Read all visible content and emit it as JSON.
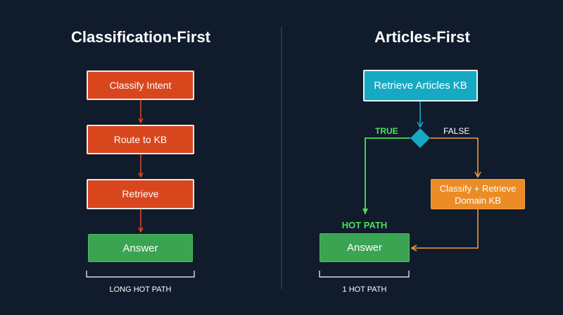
{
  "left_panel": {
    "title": "Classification-First",
    "steps": {
      "classify": "Classify Intent",
      "route": "Route to KB",
      "retrieve": "Retrieve",
      "answer": "Answer"
    },
    "caption": "LONG HOT PATH"
  },
  "right_panel": {
    "title": "Articles-First",
    "steps": {
      "retrieve_articles": "Retrieve Articles KB",
      "classify_retrieve": "Classify + Retrieve Domain KB",
      "answer": "Answer"
    },
    "branch_true": "TRUE",
    "branch_false": "FALSE",
    "hot_path_label": "HOT PATH",
    "caption": "1 HOT PATH"
  },
  "colors": {
    "background": "#101b2c",
    "step_red": "#d8461e",
    "answer_green": "#3aa453",
    "articles_cyan": "#16a9c4",
    "fallback_orange": "#eb8c26",
    "true_branch": "#4ee05a",
    "false_branch": "#f29a38",
    "divider": "#3a4456"
  }
}
